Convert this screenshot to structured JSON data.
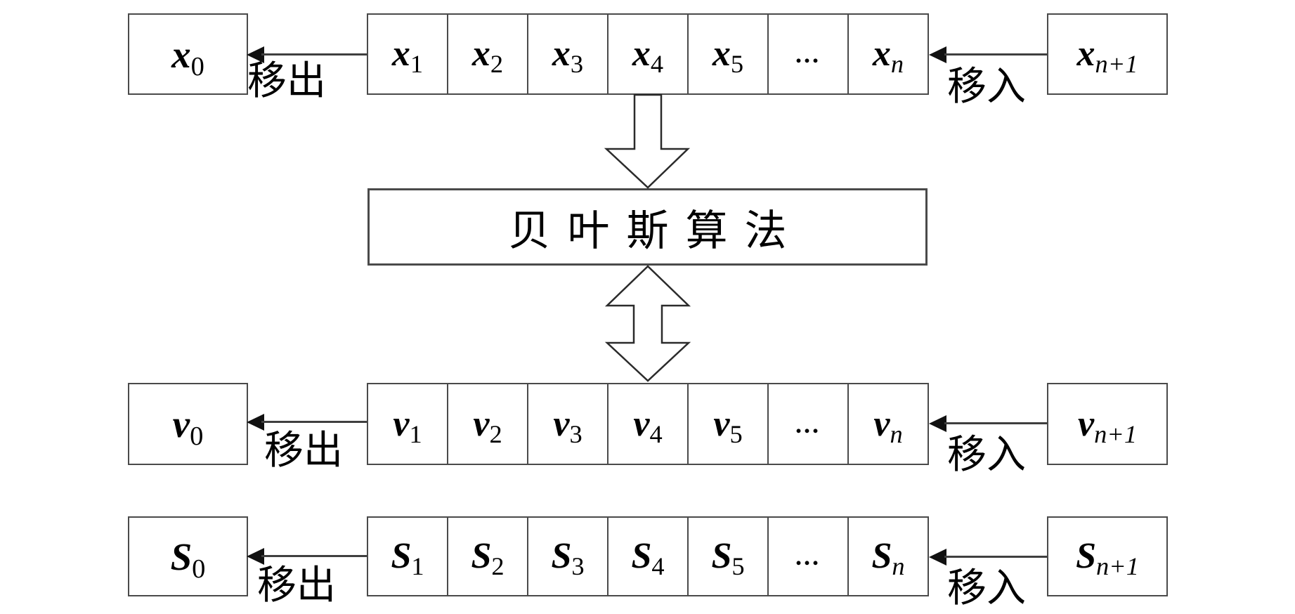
{
  "colors": {
    "background": "#ffffff",
    "border": "#4a4a4a",
    "text": "#000000",
    "arrow": "#111111"
  },
  "center_box": {
    "label": "贝叶斯算法"
  },
  "rows": [
    {
      "name": "x-row",
      "out_label": "移出",
      "in_label": "移入",
      "left_cell": {
        "base": "x",
        "sub": "0"
      },
      "queue": [
        {
          "base": "x",
          "sub": "1"
        },
        {
          "base": "x",
          "sub": "2"
        },
        {
          "base": "x",
          "sub": "3"
        },
        {
          "base": "x",
          "sub": "4"
        },
        {
          "base": "x",
          "sub": "5"
        },
        {
          "dots": "..."
        },
        {
          "base": "x",
          "sub": "n"
        }
      ],
      "right_cell": {
        "base": "x",
        "sub": "n+1"
      }
    },
    {
      "name": "v-row",
      "out_label": "移出",
      "in_label": "移入",
      "left_cell": {
        "base": "v",
        "sub": "0"
      },
      "queue": [
        {
          "base": "v",
          "sub": "1"
        },
        {
          "base": "v",
          "sub": "2"
        },
        {
          "base": "v",
          "sub": "3"
        },
        {
          "base": "v",
          "sub": "4"
        },
        {
          "base": "v",
          "sub": "5"
        },
        {
          "dots": "..."
        },
        {
          "base": "v",
          "sub": "n"
        }
      ],
      "right_cell": {
        "base": "v",
        "sub": "n+1"
      }
    },
    {
      "name": "s-row",
      "out_label": "移出",
      "in_label": "移入",
      "left_cell": {
        "base": "S",
        "sub": "0"
      },
      "queue": [
        {
          "base": "S",
          "sub": "1"
        },
        {
          "base": "S",
          "sub": "2"
        },
        {
          "base": "S",
          "sub": "3"
        },
        {
          "base": "S",
          "sub": "4"
        },
        {
          "base": "S",
          "sub": "5"
        },
        {
          "dots": "..."
        },
        {
          "base": "S",
          "sub": "n"
        }
      ],
      "right_cell": {
        "base": "S",
        "sub": "n+1"
      }
    }
  ]
}
